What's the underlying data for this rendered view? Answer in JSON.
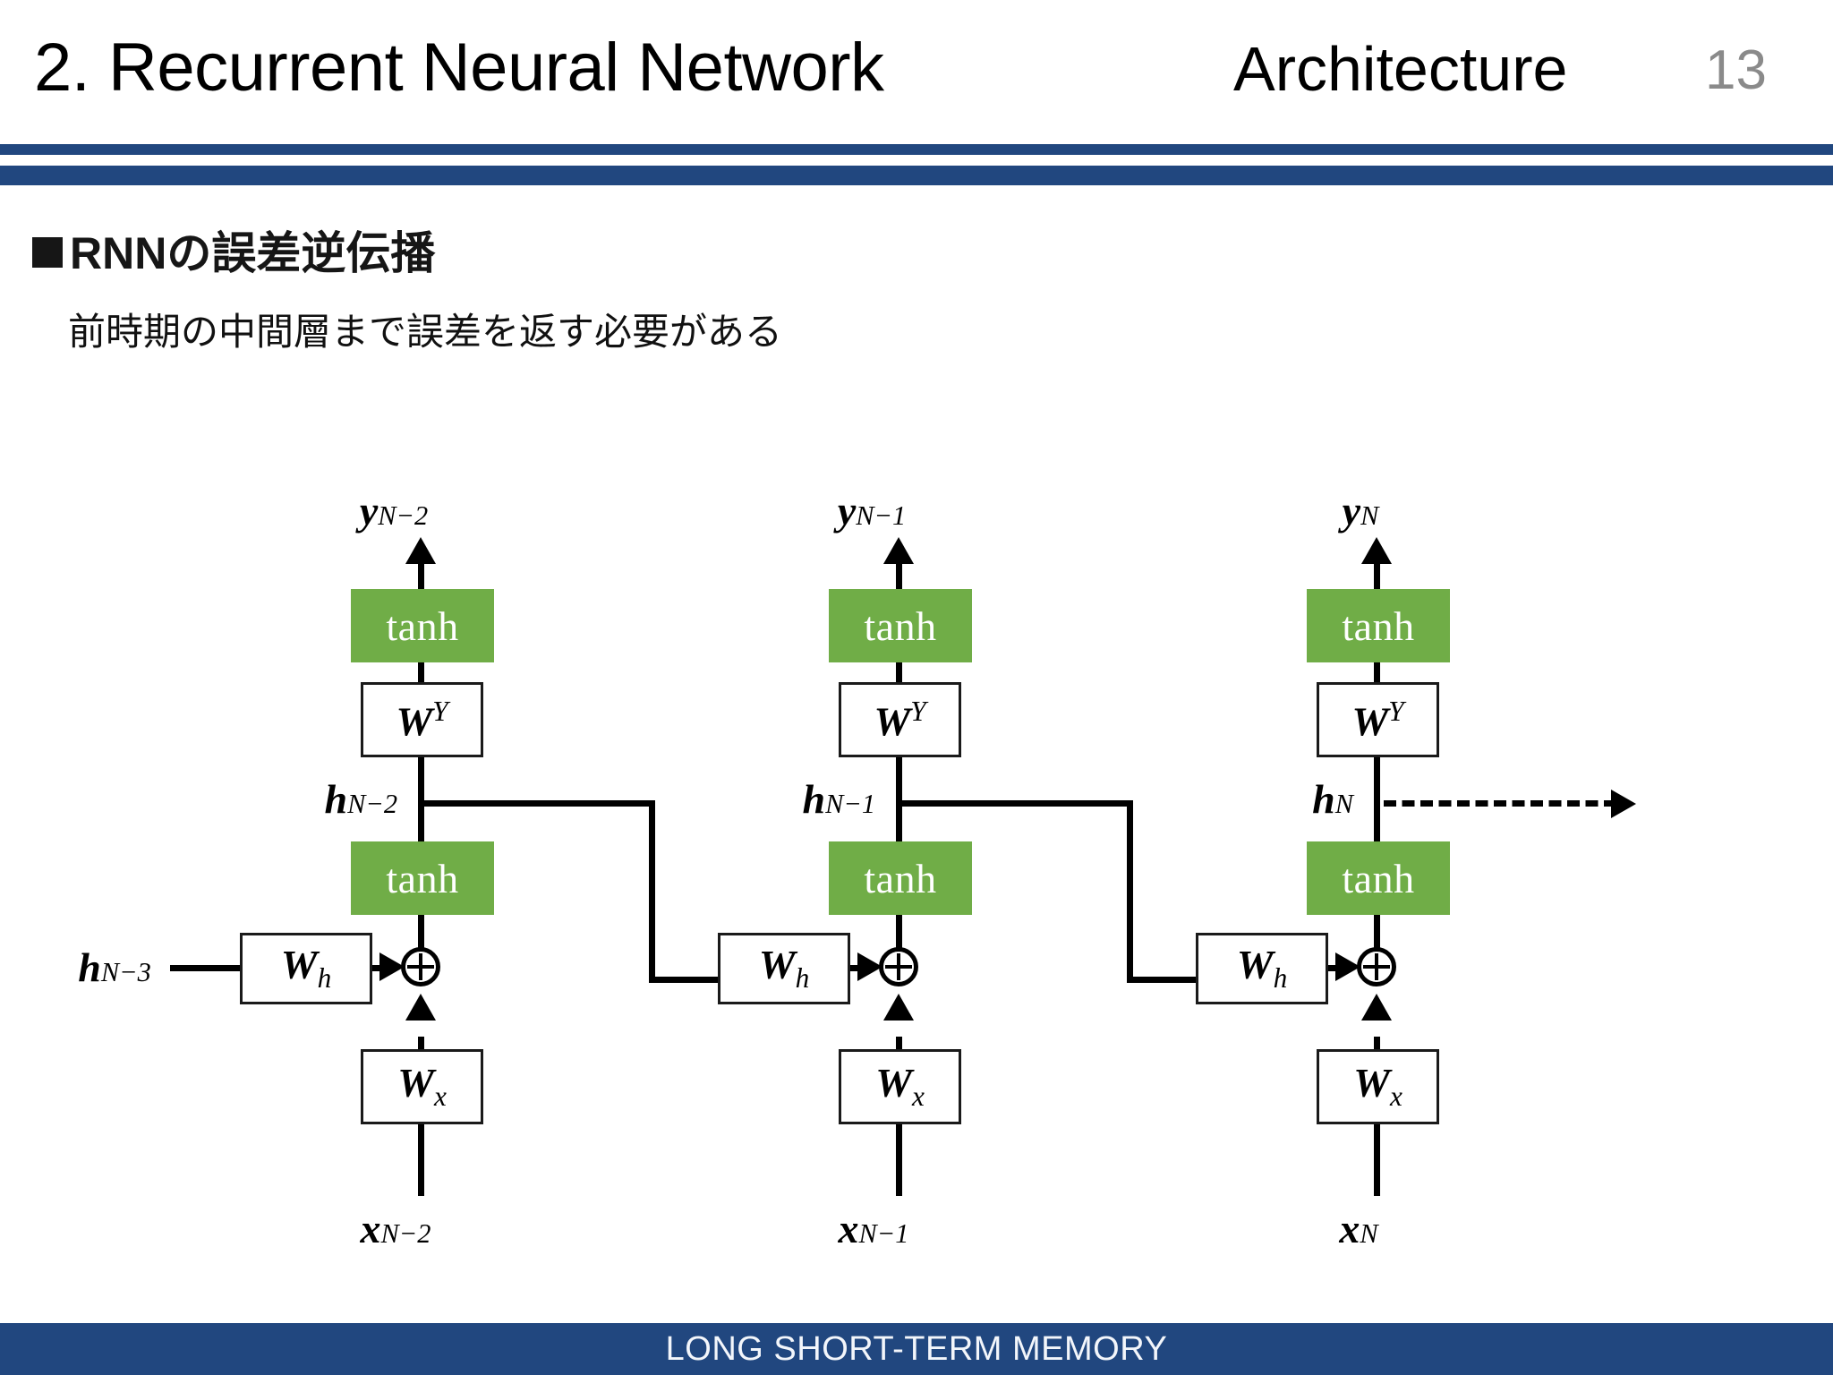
{
  "slide": {
    "page_number": "13",
    "header": {
      "title": "2. Recurrent Neural Network",
      "section": "Architecture"
    },
    "rule_color": "#21477F",
    "bullet_heading": "RNNの誤差逆伝播",
    "body_line": "前時期の中間層まで誤差を返す必要がある",
    "footer": {
      "text": "LONG SHORT-TERM MEMORY",
      "background": "#21477F",
      "text_color": "#F3F6FB"
    }
  },
  "diagram": {
    "title": "RNN backpropagation through time unrolled cells",
    "accent_green": "#70AD47",
    "line_color": "#000000",
    "columns": [
      {
        "id": "t-n-2",
        "output_label_base": "y",
        "output_label_sub": "N−2",
        "output_tanh": "tanh",
        "weight_y_base": "W",
        "weight_y_sup": "Y",
        "hidden_label_base": "h",
        "hidden_label_sub": "N−2",
        "hidden_tanh": "tanh",
        "weight_h_base": "W",
        "weight_h_sub": "h",
        "weight_x_base": "W",
        "weight_x_sub": "x",
        "input_label_base": "x",
        "input_label_sub": "N−2",
        "prev_hidden_base": "h",
        "prev_hidden_sub": "N−3",
        "adder": "⊕"
      },
      {
        "id": "t-n-1",
        "output_label_base": "y",
        "output_label_sub": "N−1",
        "output_tanh": "tanh",
        "weight_y_base": "W",
        "weight_y_sup": "Y",
        "hidden_label_base": "h",
        "hidden_label_sub": "N−1",
        "hidden_tanh": "tanh",
        "weight_h_base": "W",
        "weight_h_sub": "h",
        "weight_x_base": "W",
        "weight_x_sub": "x",
        "input_label_base": "x",
        "input_label_sub": "N−1",
        "adder": "⊕"
      },
      {
        "id": "t-n",
        "output_label_base": "y",
        "output_label_sub": "N",
        "output_tanh": "tanh",
        "weight_y_base": "W",
        "weight_y_sup": "Y",
        "hidden_label_base": "h",
        "hidden_label_sub": "N",
        "hidden_tanh": "tanh",
        "weight_h_base": "W",
        "weight_h_sub": "h",
        "weight_x_base": "W",
        "weight_x_sub": "x",
        "input_label_base": "x",
        "input_label_sub": "N",
        "adder": "⊕"
      }
    ]
  }
}
